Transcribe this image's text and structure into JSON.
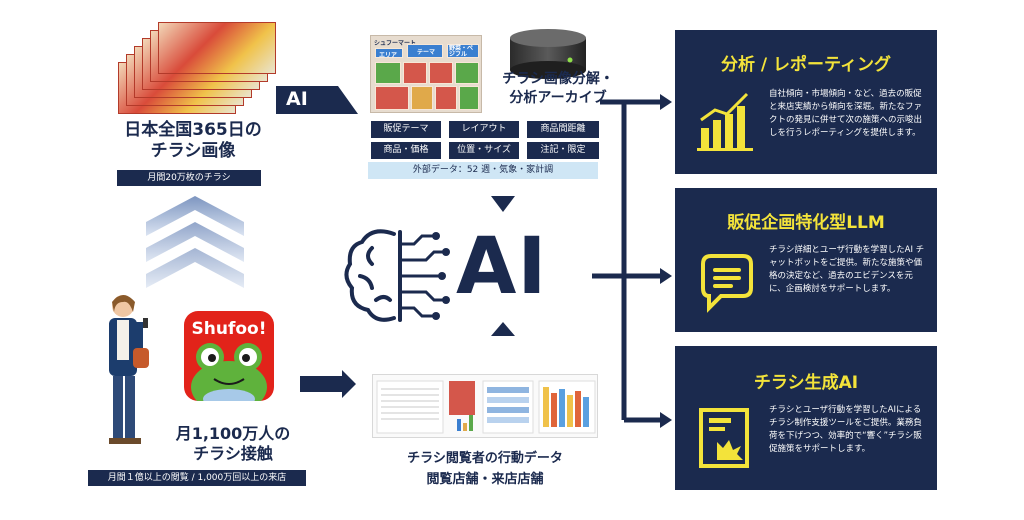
{
  "source": {
    "title_line1": "日本全国365日の",
    "title_line2": "チラシ画像",
    "badge": "月間20万枚のチラシ"
  },
  "ai_tag": "AI",
  "archive": {
    "title_line1": "チラシ画像分解・",
    "title_line2": "分析アーカイブ",
    "thumb_labels": [
      "シュフーマート",
      "エリア",
      "テーマ",
      "野菜・ベジフル"
    ],
    "tags": [
      "販促テーマ",
      "レイアウト",
      "商品間距離",
      "商品・価格",
      "位置・サイズ",
      "注記・限定"
    ],
    "external": "外部データ：52 週・気象・家計調"
  },
  "center_ai": "AI",
  "app": {
    "name": "Shufoo!",
    "users_line1": "月1,100万人の",
    "users_line2": "チラシ接触",
    "badge": "月間１億以上の閲覧 / 1,000万回以上の来店"
  },
  "behavior": {
    "title_line1": "チラシ閲覧者の行動データ",
    "title_line2": "閲覧店舗・来店店舗"
  },
  "outputs": [
    {
      "title": "分析 / レポーティング",
      "icon": "bar-chart-icon",
      "desc": "自社傾向・市場傾向・など、過去の販促と来店実績から傾向を深堀。新たなファクトの発見に併せて次の施策への示唆出しを行うレポーティングを提供します。"
    },
    {
      "title": "販促企画特化型LLM",
      "icon": "chat-bubble-icon",
      "desc": "チラシ詳細とユーザ行動を学習したAI チャットボットをご提供。新たな施策や価格の決定など、過去のエビデンスを元に、企画検討をサポートします。"
    },
    {
      "title": "チラシ生成AI",
      "icon": "flyer-document-icon",
      "desc": "チラシとユーザ行動を学習したAIによるチラシ制作支援ツールをご提供。業務負荷を下げつつ、効率的で“響く”チラシ販促施策をサポートします。"
    }
  ],
  "colors": {
    "navy": "#1b2a4e",
    "yellow": "#f3e33a",
    "light_blue": "#cfe6f5",
    "brand_red": "#e2231a"
  }
}
